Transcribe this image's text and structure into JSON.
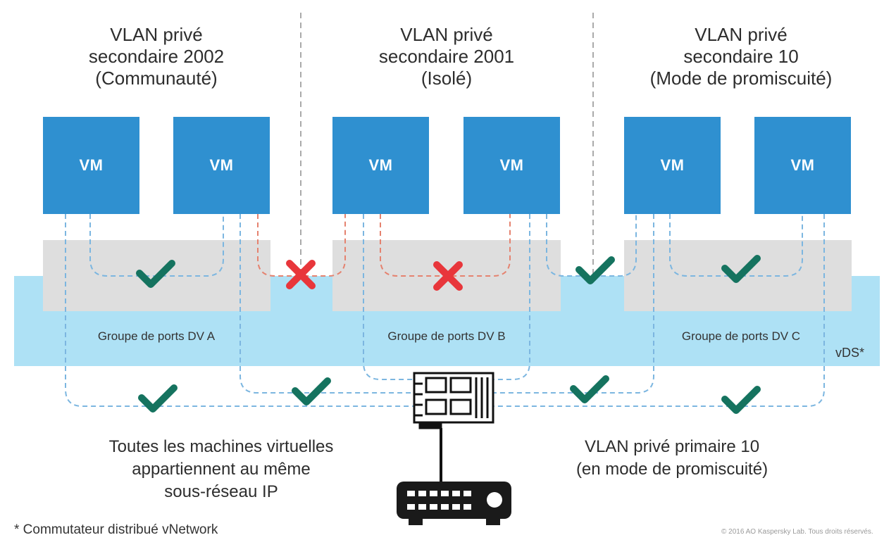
{
  "vlans": [
    {
      "line1": "VLAN privé",
      "line2": "secondaire 2002",
      "line3": "(Communauté)"
    },
    {
      "line1": "VLAN privé",
      "line2": "secondaire 2001",
      "line3": "(Isolé)"
    },
    {
      "line1": "VLAN privé",
      "line2": "secondaire 10",
      "line3": "(Mode de promiscuité)"
    }
  ],
  "vm_label": "VM",
  "port_groups": [
    "Groupe de ports DV A",
    "Groupe de ports DV B",
    "Groupe de ports DV C"
  ],
  "vds_label": "vDS*",
  "left_caption": {
    "line1": "Toutes les machines virtuelles",
    "line2": "appartiennent au même",
    "line3": "sous-réseau IP"
  },
  "right_caption": {
    "line1": "VLAN privé primaire 10",
    "line2": "(en mode de promiscuité)"
  },
  "footnote": "* Commutateur distribué vNetwork",
  "copyright": "© 2016 AO Kaspersky Lab. Tous droits réservés.",
  "colors": {
    "vm_blue": "#2f90d0",
    "vds_band": "#aee1f5",
    "port_group_gray": "#dedede",
    "ok_green": "#15735f",
    "blocked_red": "#e8363b",
    "link_blue": "#7cb6e0",
    "link_red": "#e5826f"
  },
  "icons": [
    "check-icon",
    "cross-icon",
    "network-card-icon",
    "router-icon"
  ]
}
